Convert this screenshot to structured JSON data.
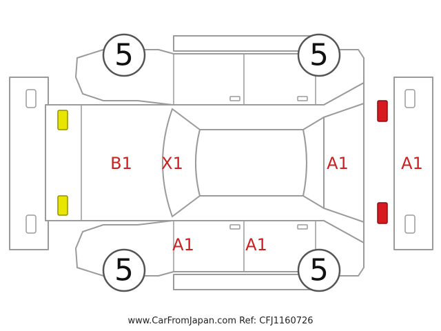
{
  "tires": {
    "front_left": "5",
    "rear_left": "5",
    "front_right": "5",
    "rear_right": "5"
  },
  "damage_marks": {
    "hood": "B1",
    "windshield": "X1",
    "rear_window": "A1",
    "rear_bumper": "A1",
    "front_door": "A1",
    "rear_door": "A1"
  },
  "colors": {
    "outline": "#9a9a9a",
    "damage_text": "#cc1f1f",
    "headlamp": "#e8e600",
    "taillamp": "#d71920"
  },
  "footer": {
    "watermark": "www.CarFromJapan.com Ref: CFJ1160726"
  }
}
